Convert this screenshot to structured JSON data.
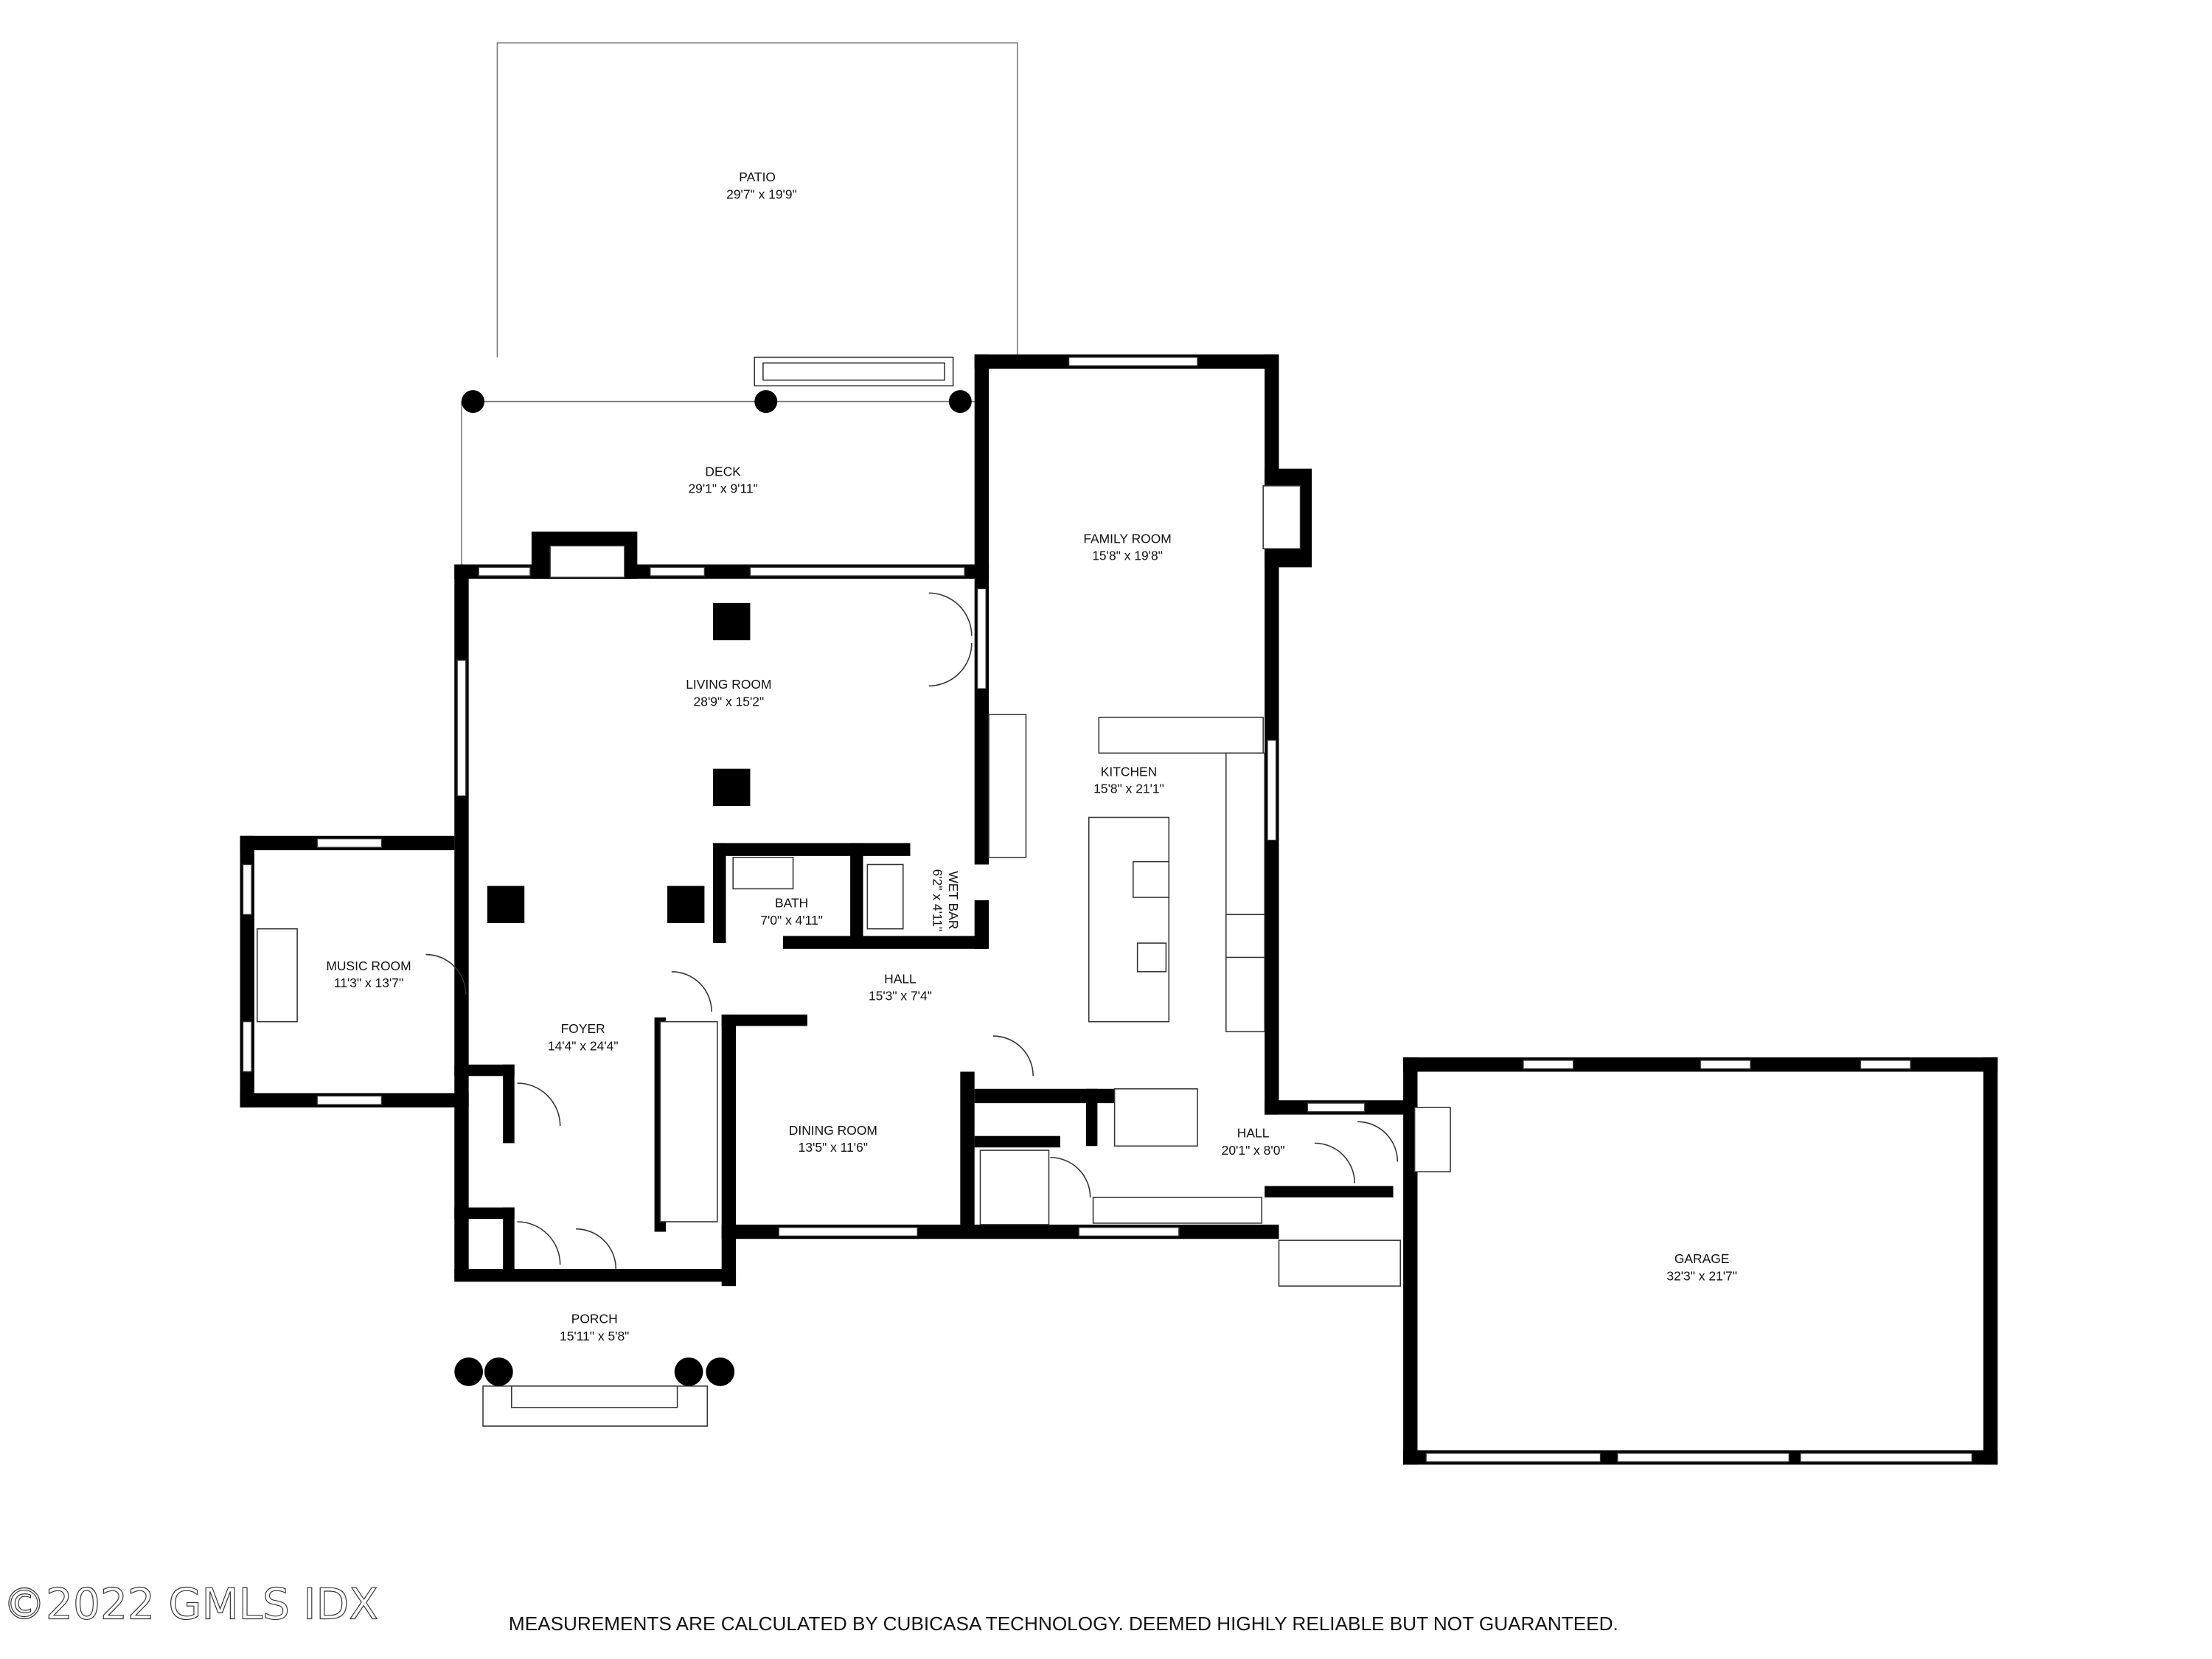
{
  "rooms": {
    "patio": {
      "name": "PATIO",
      "size": "29'7\" x 19'9\""
    },
    "deck": {
      "name": "DECK",
      "size": "29'1\" x 9'11\""
    },
    "family_room": {
      "name": "FAMILY ROOM",
      "size": "15'8\" x 19'8\""
    },
    "living_room": {
      "name": "LIVING ROOM",
      "size": "28'9\" x 15'2\""
    },
    "kitchen": {
      "name": "KITCHEN",
      "size": "15'8\" x 21'1\""
    },
    "bath": {
      "name": "BATH",
      "size": "7'0\" x 4'11\""
    },
    "wet_bar": {
      "name": "WET BAR",
      "size": "6'2\" x 4'11\""
    },
    "music_room": {
      "name": "MUSIC ROOM",
      "size": "11'3\" x 13'7\""
    },
    "hall_main": {
      "name": "HALL",
      "size": "15'3\" x 7'4\""
    },
    "foyer": {
      "name": "FOYER",
      "size": "14'4\" x 24'4\""
    },
    "dining_room": {
      "name": "DINING ROOM",
      "size": "13'5\" x 11'6\""
    },
    "hall_rear": {
      "name": "HALL",
      "size": "20'1\" x 8'0\""
    },
    "garage": {
      "name": "GARAGE",
      "size": "32'3\" x 21'7\""
    },
    "porch": {
      "name": "PORCH",
      "size": "15'11\" x 5'8\""
    }
  },
  "watermark": "©2022 GMLS IDX",
  "disclaimer": "MEASUREMENTS ARE CALCULATED BY CUBICASA TECHNOLOGY. DEEMED HIGHLY RELIABLE BUT NOT GUARANTEED.",
  "colors": {
    "wall": "#000000",
    "background": "#ffffff"
  }
}
